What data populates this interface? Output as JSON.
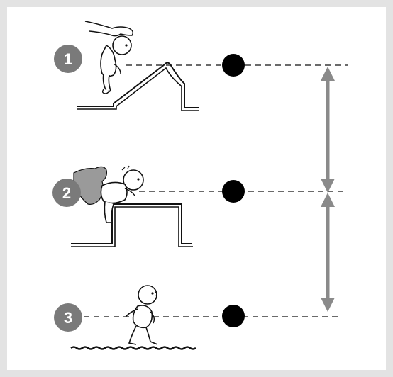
{
  "steps": [
    {
      "number": "1",
      "depiction": "baby-held-above-roof"
    },
    {
      "number": "2",
      "depiction": "baby-held-on-cabinet"
    },
    {
      "number": "3",
      "depiction": "child-walking-on-floor"
    }
  ],
  "colors": {
    "frame": "#e3e3e3",
    "panel": "#ffffff",
    "badge": "#7a7a7a",
    "badge_text": "#ffffff",
    "marker": "#000000",
    "arrow": "#8a8a8a",
    "line_art": "#111111"
  }
}
